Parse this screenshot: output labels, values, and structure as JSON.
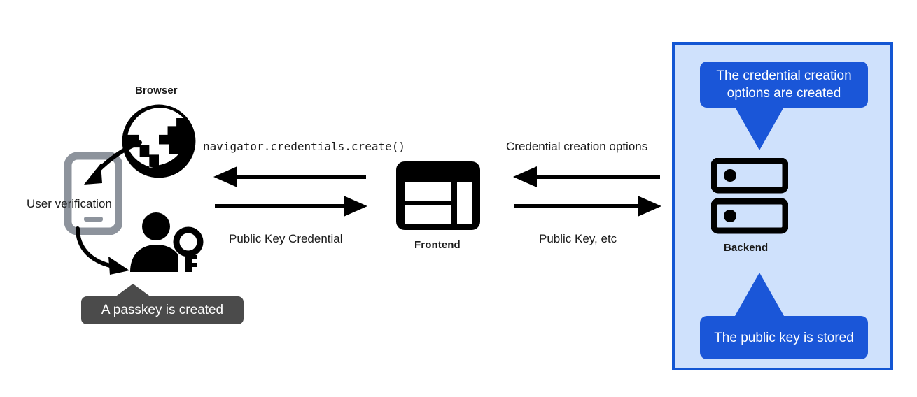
{
  "diagram": {
    "title": "WebAuthn passkey registration flow",
    "colors": {
      "accent_blue": "#1a56d8",
      "panel_fill": "#cfe1fc",
      "panel_border": "#1356d3",
      "tooltip_gray": "#4b4b4b",
      "phone_gray": "#8d939c",
      "ink": "#1b1b1b"
    }
  },
  "browser": {
    "label": "Browser",
    "icon": "globe-icon"
  },
  "phone": {
    "label": "User verification",
    "icon": "smartphone-icon"
  },
  "passkey": {
    "icon": "user-key-icon",
    "tooltip": "A passkey is created"
  },
  "frontend": {
    "label": "Frontend",
    "icon": "browser-window-icon"
  },
  "backend": {
    "label": "Backend",
    "icon": "server-icon",
    "callout_top": "The credential creation options are created",
    "callout_bottom": "The public key is stored"
  },
  "messages": {
    "browser_frontend_incoming": "navigator.credentials.create()",
    "browser_frontend_outgoing": "Public Key Credential",
    "frontend_backend_incoming": "Credential creation options",
    "frontend_backend_outgoing": "Public Key, etc"
  },
  "arrows": {
    "left_pair_to_browser": "arrow-left",
    "left_pair_to_frontend": "arrow-right",
    "right_pair_to_frontend": "arrow-left",
    "right_pair_to_backend": "arrow-right",
    "globe_to_phone": "curved-arrow-down-left",
    "phone_to_user": "curved-arrow-down-right"
  }
}
